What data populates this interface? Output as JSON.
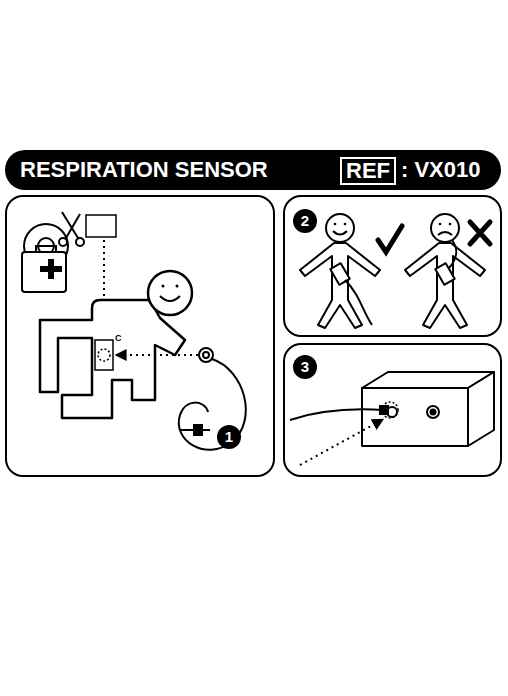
{
  "diagram": {
    "title": "RESPIRATION SENSOR",
    "nodes": [
      {
        "text": [
          "REF"
        ]
      },
      {
        "text": [
          "1"
        ]
      },
      {
        "text": [
          "2"
        ]
      },
      {
        "text": [
          "3"
        ]
      }
    ],
    "labels": [
      ": VX010",
      "C"
    ]
  }
}
